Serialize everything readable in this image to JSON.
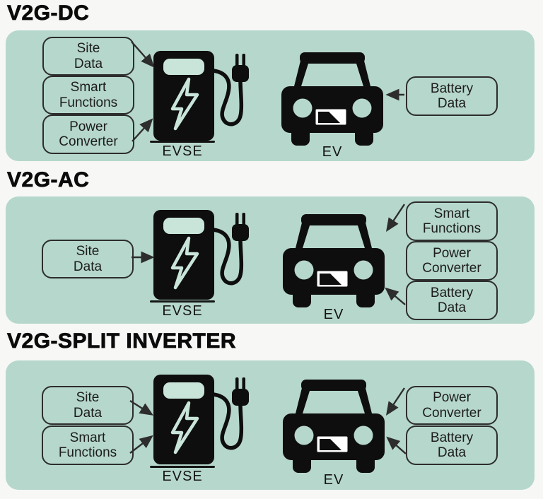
{
  "colors": {
    "page_bg": "#f7f8f5",
    "panel_bg": "#b6d7cc",
    "icon_black": "#0e0e0e",
    "accent_mint": "#c9e5da",
    "box_border": "#2d2d2d",
    "text_dark": "#1c1c1c"
  },
  "panels": [
    {
      "title": "V2G-DC",
      "left_boxes": [
        "Site\nData",
        "Smart\nFunctions",
        "Power\nConverter"
      ],
      "right_boxes": [
        "Battery\nData"
      ],
      "evse_caption": "EVSE",
      "ev_caption": "EV"
    },
    {
      "title": "V2G-AC",
      "left_boxes": [
        "Site\nData"
      ],
      "right_boxes": [
        "Smart\nFunctions",
        "Power\nConverter",
        "Battery\nData"
      ],
      "evse_caption": "EVSE",
      "ev_caption": "EV"
    },
    {
      "title": "V2G-SPLIT INVERTER",
      "left_boxes": [
        "Site\nData",
        "Smart\nFunctions"
      ],
      "right_boxes": [
        "Power\nConverter",
        "Battery\nData"
      ],
      "evse_caption": "EVSE",
      "ev_caption": "EV"
    }
  ]
}
